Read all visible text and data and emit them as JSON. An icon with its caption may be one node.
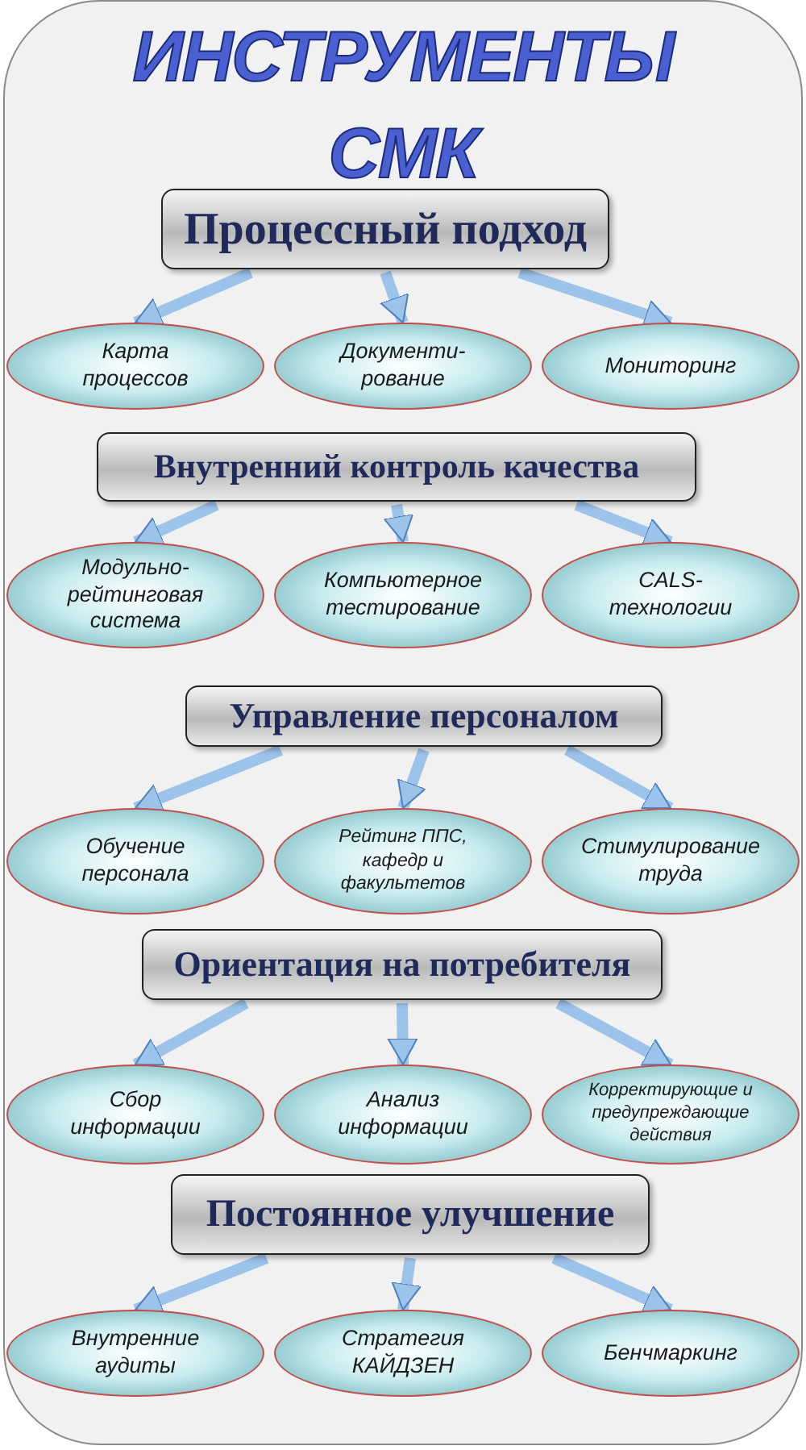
{
  "diagram": {
    "title": "ИНСТРУМЕНТЫ СМК",
    "nodes": [
      {
        "text": [
          "Процессный подход"
        ]
      },
      {
        "text": [
          "Карта процессов"
        ]
      },
      {
        "text": [
          "Документи-рование"
        ]
      },
      {
        "text": [
          "Мониторинг"
        ]
      },
      {
        "text": [
          "Внутренний контроль качества"
        ]
      },
      {
        "text": [
          "Модульно-рейтинговая система"
        ]
      },
      {
        "text": [
          "Компьютерное тестирование"
        ]
      },
      {
        "text": [
          "CALS-технологии"
        ]
      },
      {
        "text": [
          "Управление персоналом"
        ]
      },
      {
        "text": [
          "Обучение персонала"
        ]
      },
      {
        "text": [
          "Рейтинг ППС, кафедр и факультетов"
        ]
      },
      {
        "text": [
          "Стимулирование труда"
        ]
      },
      {
        "text": [
          "Ориентация на потребителя"
        ]
      },
      {
        "text": [
          "Сбор информации"
        ]
      },
      {
        "text": [
          "Анализ информации"
        ]
      },
      {
        "text": [
          "Корректирующие и предупреждающие действия"
        ]
      },
      {
        "text": [
          "Постоянное улучшение"
        ]
      },
      {
        "text": [
          "Внутренние аудиты"
        ]
      },
      {
        "text": [
          "Стратегия КАЙДЗЕН"
        ]
      },
      {
        "text": [
          "Бенчмаркинг"
        ]
      }
    ],
    "edges": [
      {
        "from": 0,
        "to": 1,
        "arrow": "to"
      },
      {
        "from": 0,
        "to": 2,
        "arrow": "to"
      },
      {
        "from": 0,
        "to": 3,
        "arrow": "to"
      },
      {
        "from": 4,
        "to": 5,
        "arrow": "to"
      },
      {
        "from": 4,
        "to": 6,
        "arrow": "to"
      },
      {
        "from": 4,
        "to": 7,
        "arrow": "to"
      },
      {
        "from": 8,
        "to": 9,
        "arrow": "to"
      },
      {
        "from": 8,
        "to": 10,
        "arrow": "to"
      },
      {
        "from": 8,
        "to": 11,
        "arrow": "to"
      },
      {
        "from": 12,
        "to": 13,
        "arrow": "to"
      },
      {
        "from": 12,
        "to": 14,
        "arrow": "to"
      },
      {
        "from": 12,
        "to": 15,
        "arrow": "to"
      },
      {
        "from": 16,
        "to": 17,
        "arrow": "to"
      },
      {
        "from": 16,
        "to": 18,
        "arrow": "to"
      },
      {
        "from": 16,
        "to": 19,
        "arrow": "to"
      }
    ]
  }
}
